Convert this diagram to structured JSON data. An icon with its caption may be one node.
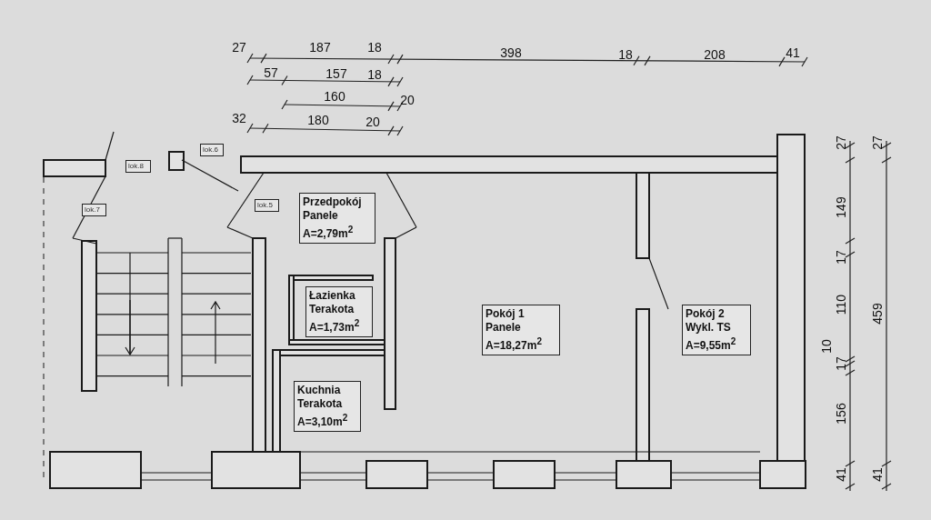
{
  "diagram": {
    "nodes": [
      {
        "text": [
          "lok.6"
        ]
      },
      {
        "text": [
          "lok.8"
        ]
      },
      {
        "text": [
          "lok.7"
        ]
      },
      {
        "text": [
          "lok.5"
        ]
      },
      {
        "text": [
          "Przedpokój",
          "Panele",
          "A=2,79m$^{2}$"
        ]
      },
      {
        "text": [
          "Łazienka",
          "Terakota",
          "A=1,73m$^{2}$"
        ]
      },
      {
        "text": [
          "Pokój 1",
          "Panele",
          "A=18,27m$^{2}$"
        ]
      },
      {
        "text": [
          "Pokój 2",
          "Wykl. TS",
          "A=9,55m$^{2}$"
        ]
      },
      {
        "text": [
          "Kuchnia",
          "Terakota",
          "A=3,10m$^{2}$"
        ]
      }
    ],
    "edges": [],
    "labels": [
      "27",
      "187",
      "18",
      "398",
      "18",
      "208",
      "41",
      "57",
      "157",
      "18",
      "160",
      "20",
      "32",
      "180",
      "20",
      "27",
      "149",
      "17",
      "110",
      "10",
      "17",
      "156",
      "41",
      "27",
      "459",
      "41"
    ]
  }
}
